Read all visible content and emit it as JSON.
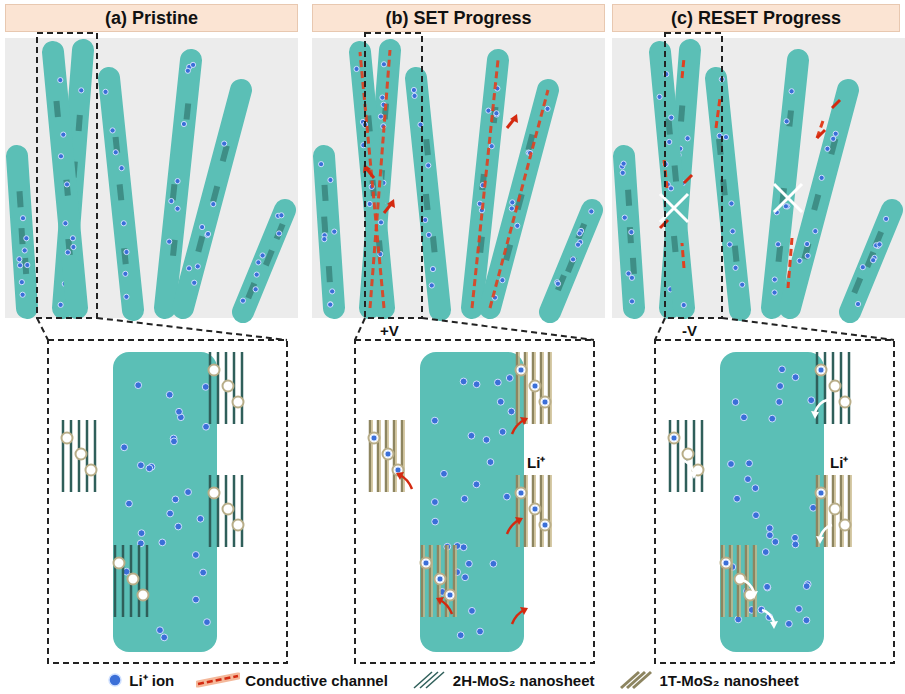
{
  "diagram": {
    "nodes": [
      {
        "text": [
          "(a) Pristine"
        ]
      },
      {
        "text": [
          "(b) SET Progress"
        ]
      },
      {
        "text": [
          "(c) RESET Progress"
        ]
      }
    ],
    "labels": [
      "+V",
      "Li⁺",
      "-V",
      "Li⁺"
    ],
    "legend": [
      {
        "text": "Li⁺ ion"
      },
      {
        "text": "Conductive channel"
      },
      {
        "text": "2H-MoS₂ nanosheet"
      },
      {
        "text": "1T-MoS₂ nanosheet"
      }
    ]
  }
}
